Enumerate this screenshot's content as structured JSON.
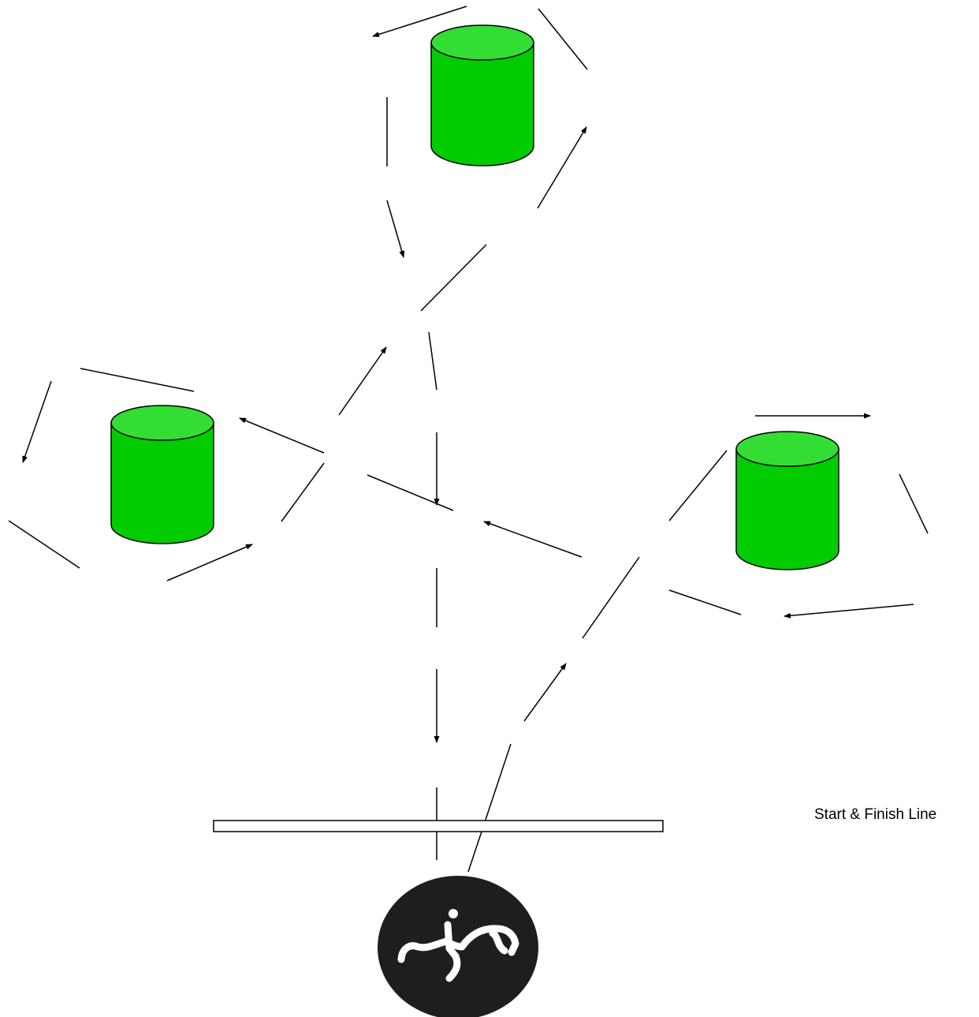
{
  "course": {
    "start_finish_label": "Start & Finish Line"
  },
  "barrels": [
    {
      "id": "top-barrel"
    },
    {
      "id": "left-barrel"
    },
    {
      "id": "right-barrel"
    }
  ],
  "icons": {
    "rider": "horse-rider-icon"
  },
  "colors": {
    "barrel_body": "#00cc00",
    "barrel_top": "#33dd33",
    "path_line": "#000000",
    "rider_badge": "#1e1e1e",
    "rider_figure": "#ffffff"
  }
}
